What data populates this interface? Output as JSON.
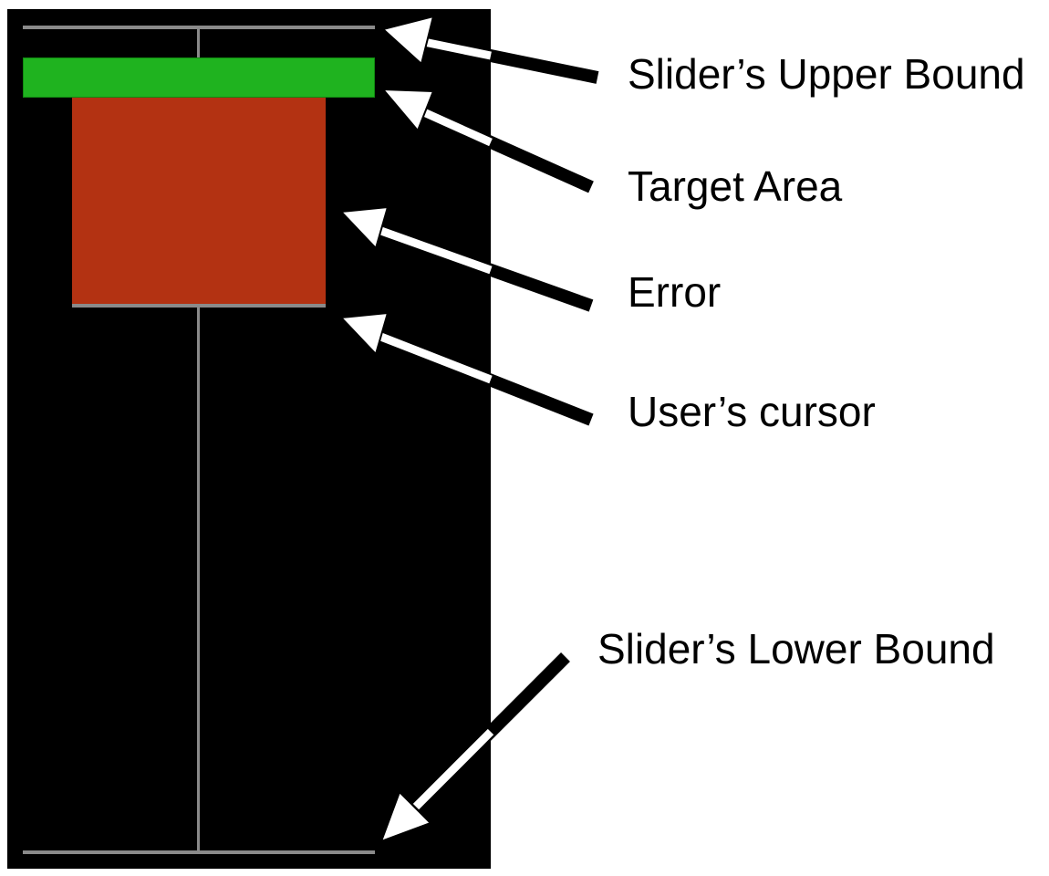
{
  "labels": {
    "upper_bound": "Slider’s Upper Bound",
    "target_area": "Target Area",
    "error": "Error",
    "user_cursor": "User’s cursor",
    "lower_bound": "Slider’s Lower Bound"
  },
  "colors": {
    "panel_background": "#000000",
    "track": "#8a8a8a",
    "target_area": "#1fb31f",
    "error": "#b33212",
    "arrow_fill": "#ffffff",
    "arrow_outline": "#000000"
  }
}
